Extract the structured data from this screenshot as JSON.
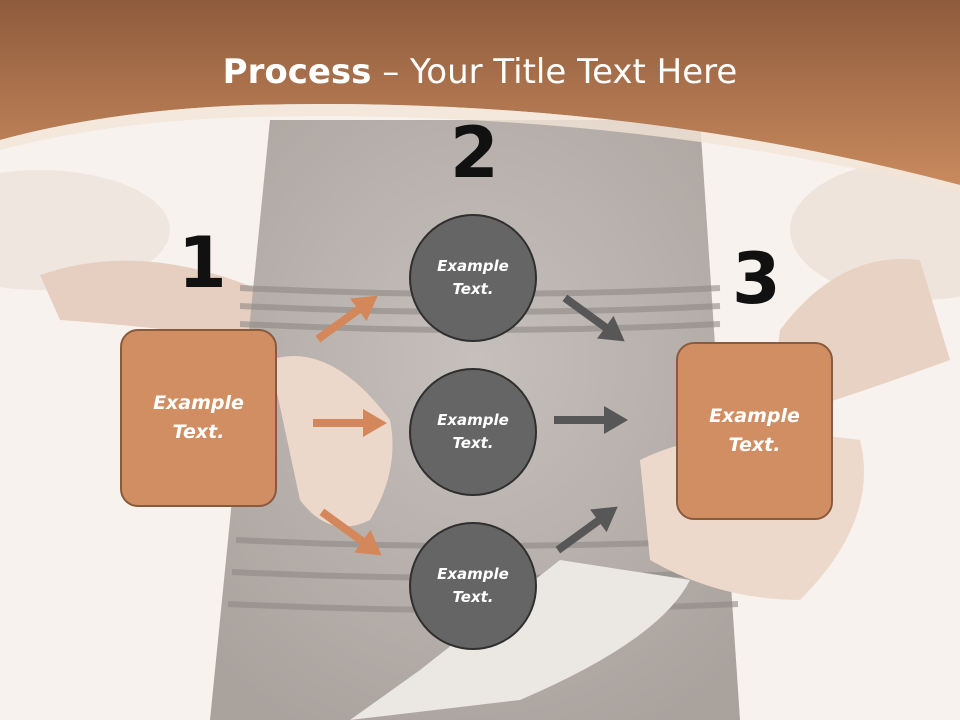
{
  "title": {
    "bold": "Process",
    "separator": " – ",
    "rest": "Your Title Text Here"
  },
  "step_numbers": [
    "1",
    "2",
    "3"
  ],
  "left_box": {
    "text": "Example Text."
  },
  "right_box": {
    "text": "Example Text."
  },
  "circles": [
    {
      "text": "Example Text."
    },
    {
      "text": "Example Text."
    },
    {
      "text": "Example Text."
    }
  ],
  "colors": {
    "banner": "#b9764d",
    "box_fill": "#d18e62",
    "circle_fill": "#656565",
    "arrow_orange": "#d4875a",
    "arrow_gray": "#575757"
  }
}
